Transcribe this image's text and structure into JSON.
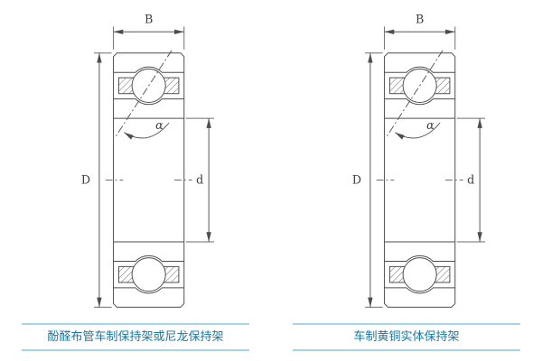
{
  "figures": [
    {
      "caption": "酚醛布管车制保持架或尼龙保持架",
      "dims": {
        "width": "B",
        "outer_diameter": "D",
        "bore_diameter": "d",
        "contact_angle": "α"
      }
    },
    {
      "caption": "车制黄铜实体保持架",
      "dims": {
        "width": "B",
        "outer_diameter": "D",
        "bore_diameter": "d",
        "contact_angle": "α"
      }
    }
  ],
  "colors": {
    "caption_text": "#1878a2",
    "caption_divider": "#a5d6e8",
    "drawing_line": "#4d4d4d"
  }
}
